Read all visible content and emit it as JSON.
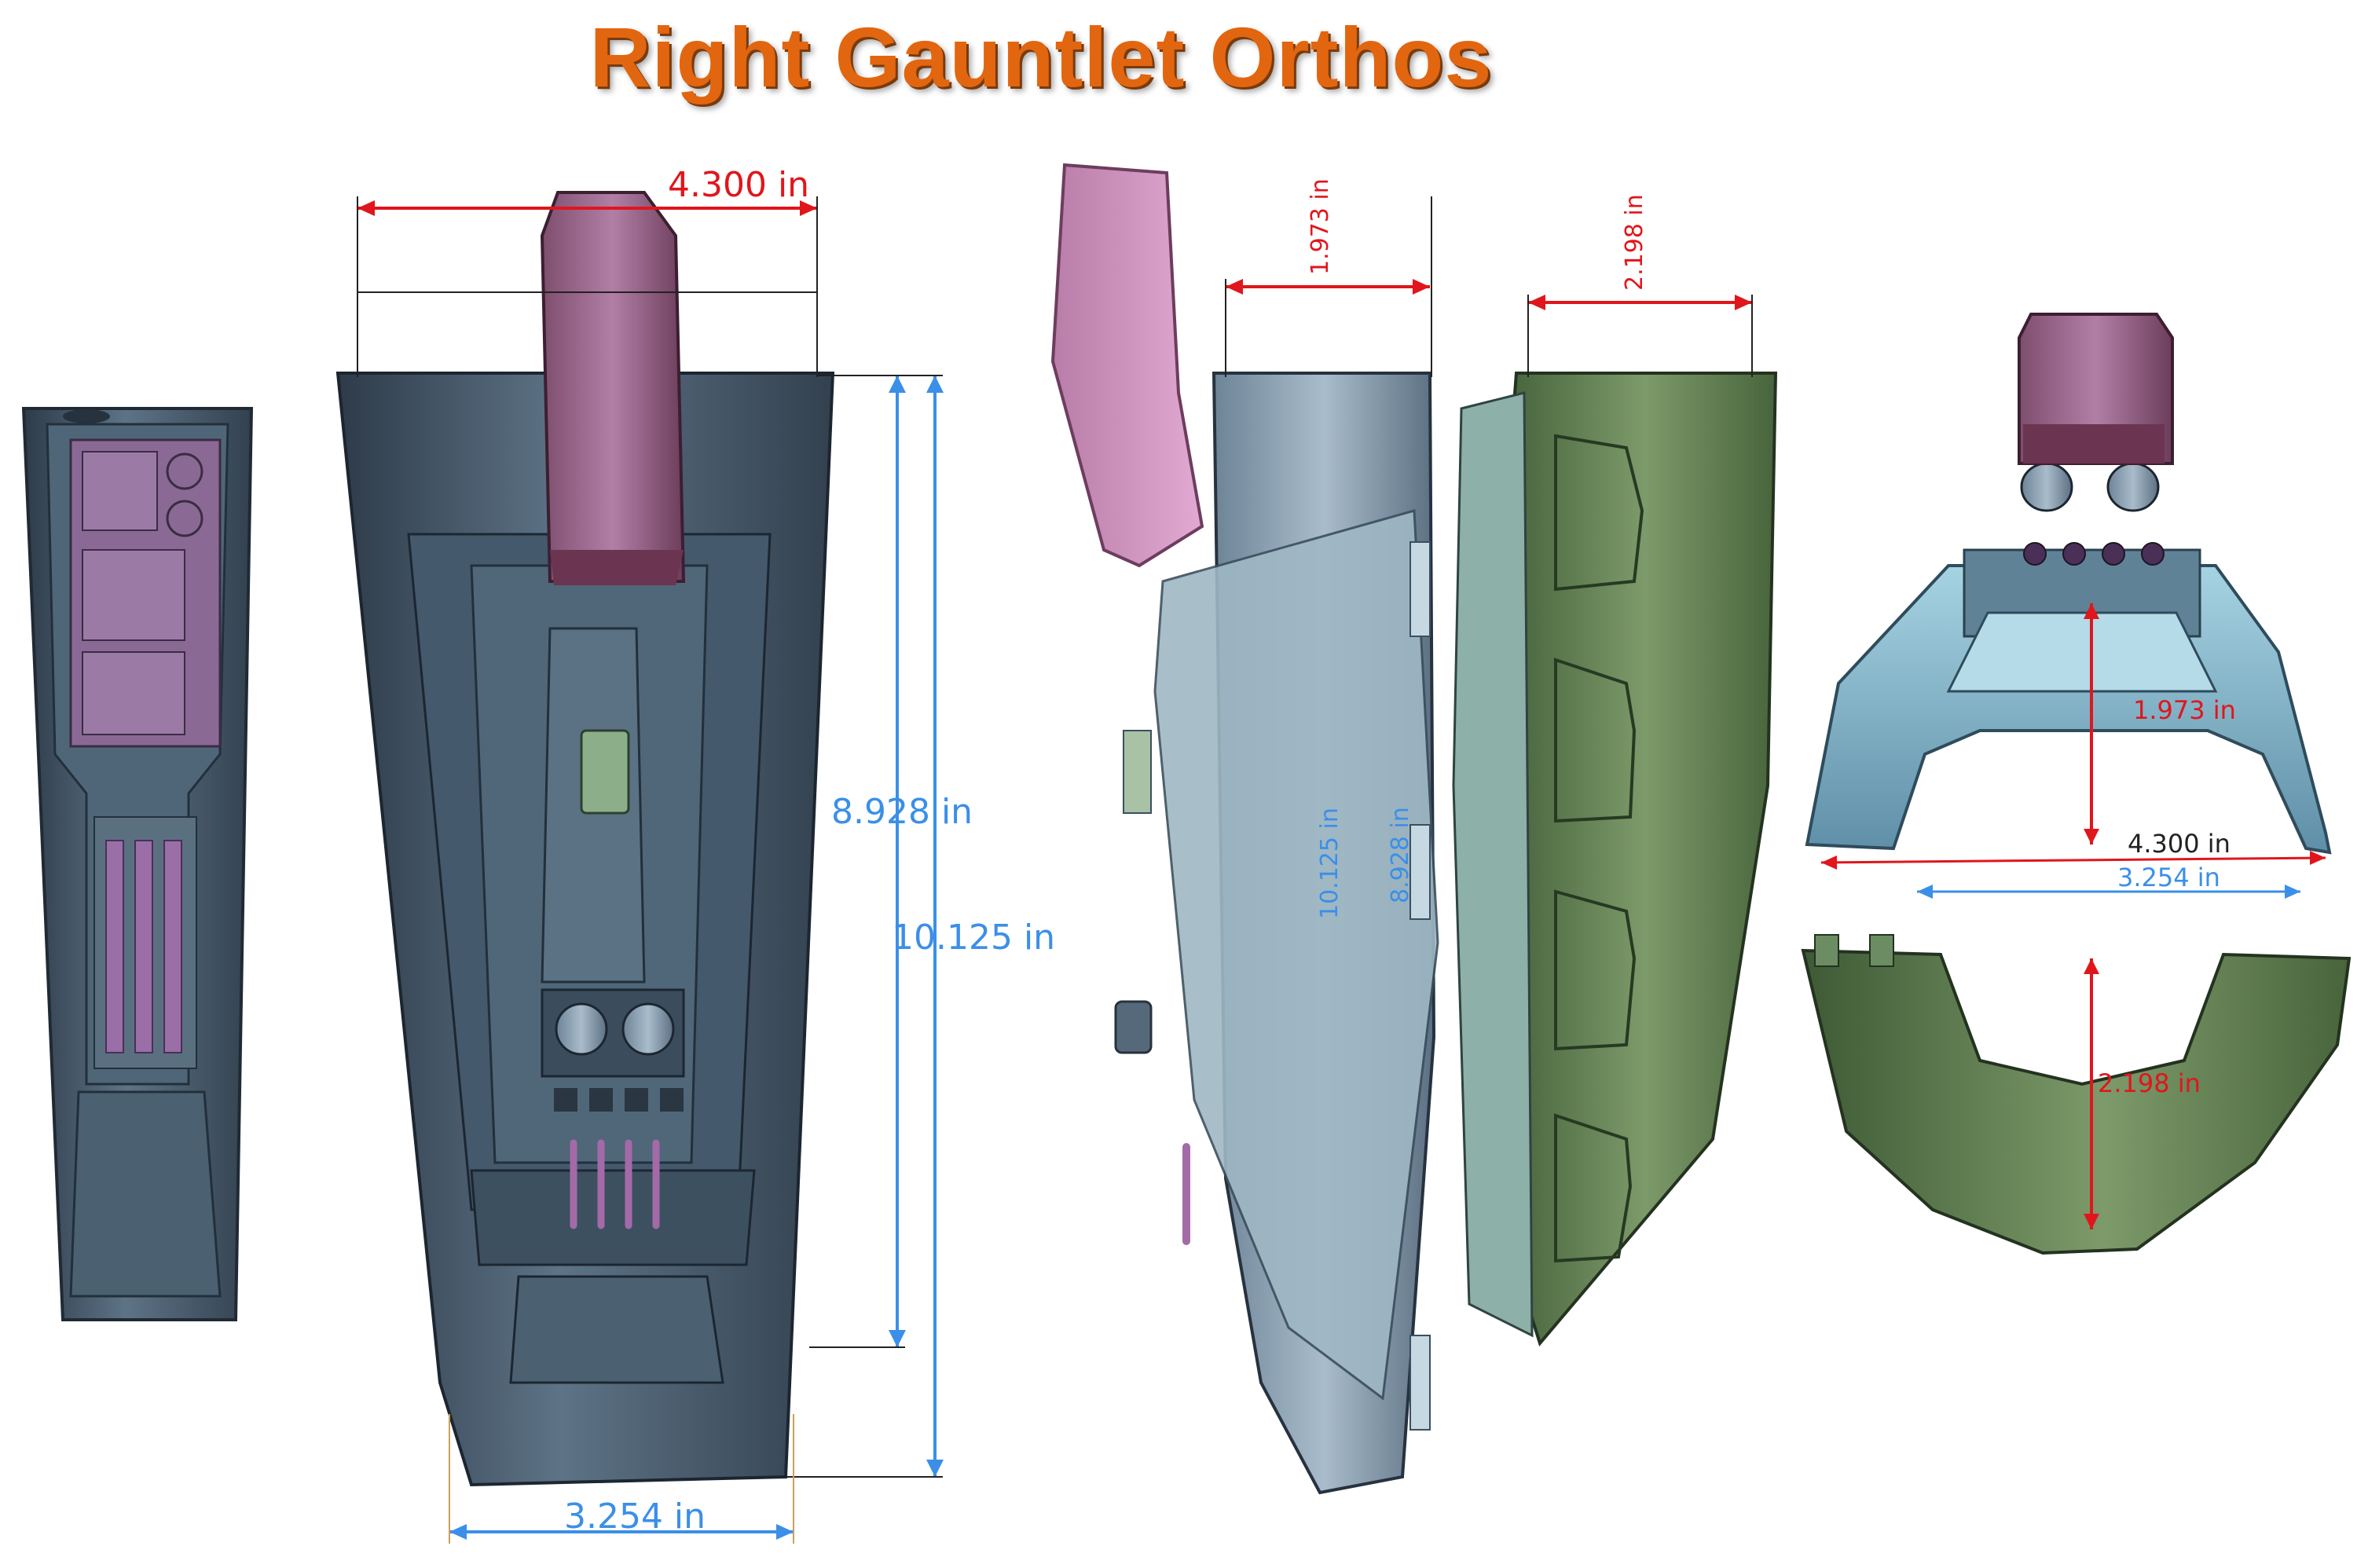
{
  "title": "Right Gauntlet Orthos",
  "colors": {
    "title": "#e2660f",
    "dim_red": "#e0161c",
    "dim_blue": "#3b8fe8",
    "steel_dark": "#3f4f60",
    "steel_mid": "#62778a",
    "panel_purple": "#9b6e9e",
    "horn_maroon": "#8a3d5a",
    "green_shell": "#5b7a4e",
    "teal_light": "#8fc2d4"
  },
  "views": {
    "front": {
      "width_top": "4.300 in",
      "width_bottom": "3.254 in",
      "height_inner": "8.928 in",
      "height_outer": "10.125 in"
    },
    "side": {
      "depth_a": "1.973 in",
      "depth_b": "2.198 in",
      "height_outer": "10.125 in",
      "height_inner": "8.928 in"
    },
    "end": {
      "upper_depth": "1.973 in",
      "width_top": "4.300 in",
      "width_bottom": "3.254 in",
      "lower_depth": "2.198 in"
    }
  }
}
